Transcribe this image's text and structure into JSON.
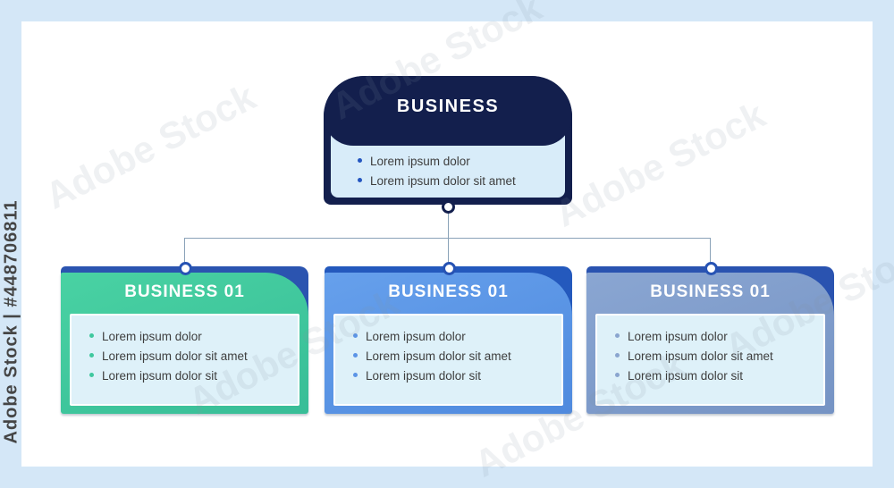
{
  "watermark": {
    "side_text": "Adobe Stock | #448706811",
    "tile_text": "Adobe Stock"
  },
  "diagram": {
    "root": {
      "title": "BUSINESS",
      "bullets": [
        "Lorem ipsum dolor",
        "Lorem ipsum dolor sit amet"
      ],
      "header_color": "#131f4d",
      "panel_color": "#d8ecf9",
      "bullet_color": "#2456c0"
    },
    "children": [
      {
        "title": "BUSINESS 01",
        "bullets": [
          "Lorem ipsum dolor",
          "Lorem ipsum dolor sit amet",
          "Lorem ipsum dolor sit"
        ],
        "accent_color": "#3fc89e",
        "backing_color": "#2b54b0",
        "panel_color": "#def1f9"
      },
      {
        "title": "BUSINESS 01",
        "bullets": [
          "Lorem ipsum dolor",
          "Lorem ipsum dolor sit amet",
          "Lorem ipsum dolor sit"
        ],
        "accent_color": "#5b94e6",
        "backing_color": "#2459bd",
        "panel_color": "#def1f9"
      },
      {
        "title": "BUSINESS 01",
        "bullets": [
          "Lorem ipsum dolor",
          "Lorem ipsum dolor sit amet",
          "Lorem ipsum dolor sit"
        ],
        "accent_color": "#8aa5cf",
        "backing_color": "#2a53b0",
        "panel_color": "#def1f9"
      }
    ],
    "connector_color": "#8aa2b8",
    "frame_color": "#d4e7f7"
  }
}
